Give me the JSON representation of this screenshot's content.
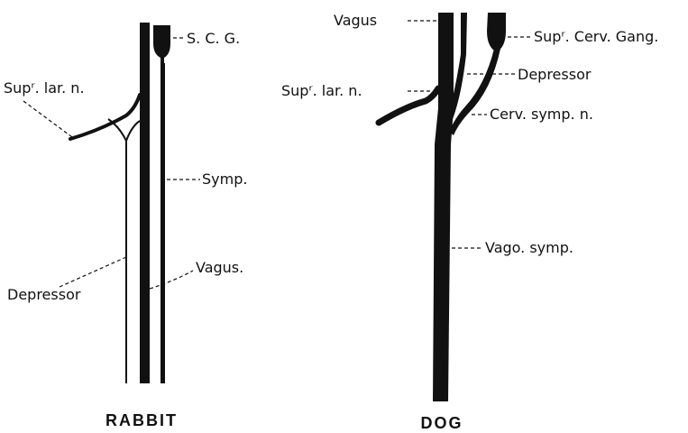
{
  "rabbit": {
    "caption": "RABBIT",
    "labels": {
      "scg": "S. C. G.",
      "sup_lar": "Supʳ. lar. n.",
      "symp": "Symp.",
      "vagus": "Vagus.",
      "depressor": "Depressor"
    }
  },
  "dog": {
    "caption": "DOG",
    "labels": {
      "vagus": "Vagus",
      "sup_cerv_gang": "Supʳ. Cerv. Gang.",
      "depressor": "Depressor",
      "sup_lar": "Supʳ. lar. n.",
      "cerv_symp": "Cerv. symp. n.",
      "vago_symp": "Vago. symp."
    }
  }
}
